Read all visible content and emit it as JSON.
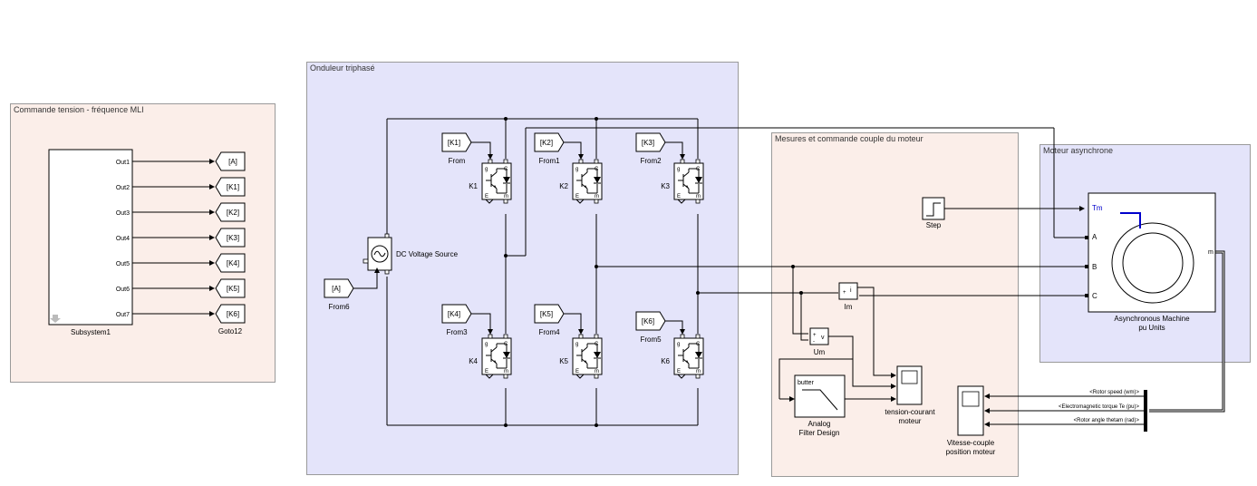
{
  "areas": {
    "commande": "Commande tension - fréquence MLI",
    "onduleur": "Onduleur triphasé",
    "mesures": "Mesures et commande couple du moteur",
    "moteur": "Moteur asynchrone"
  },
  "subsystem": {
    "name": "Subsystem1",
    "ports": [
      "Out1",
      "Out2",
      "Out3",
      "Out4",
      "Out5",
      "Out6",
      "Out7"
    ]
  },
  "gotos": {
    "tags": [
      "[A]",
      "[K1]",
      "[K2]",
      "[K3]",
      "[K4]",
      "[K5]",
      "[K6]"
    ],
    "name": "Goto12"
  },
  "froms": [
    {
      "tag": "[K1]",
      "name": "From"
    },
    {
      "tag": "[K2]",
      "name": "From1"
    },
    {
      "tag": "[K3]",
      "name": "From2"
    },
    {
      "tag": "[K4]",
      "name": "From3"
    },
    {
      "tag": "[K5]",
      "name": "From4"
    },
    {
      "tag": "[K6]",
      "name": "From5"
    },
    {
      "tag": "[A]",
      "name": "From6"
    }
  ],
  "igbts": [
    "K1",
    "K2",
    "K3",
    "K4",
    "K5",
    "K6"
  ],
  "igbt_ports": {
    "gate": "g",
    "collector": "C",
    "emitter": "E",
    "m": "m"
  },
  "dc_source": {
    "name": "DC Voltage Source"
  },
  "step": {
    "name": "Step"
  },
  "im": {
    "name": "Im",
    "port": "i",
    "plus": "+",
    "minus": "-"
  },
  "um": {
    "name": "Um",
    "port": "v",
    "plus": "+",
    "minus": "-"
  },
  "filter": {
    "name_line1": "Analog",
    "name_line2": "Filter Design",
    "label": "butter"
  },
  "scope1": {
    "line1": "tension-courant",
    "line2": "moteur"
  },
  "scope2": {
    "line1": "Vitesse-couple",
    "line2": "position moteur"
  },
  "machine": {
    "ports": {
      "tm": "Tm",
      "a": "A",
      "b": "B",
      "c": "C",
      "m": "m"
    },
    "name_line1": "Asynchronous Machine",
    "name_line2": "pu Units"
  },
  "bus_signals": [
    "<Rotor speed (wm)>",
    "<Electromagnetic torque Te (pu)>",
    "<Rotor angle thetam (rad)>"
  ],
  "colors": {
    "pink_area": "#fbeee9",
    "blue_area": "#e4e4fa",
    "tm_port": "#0000cc"
  }
}
